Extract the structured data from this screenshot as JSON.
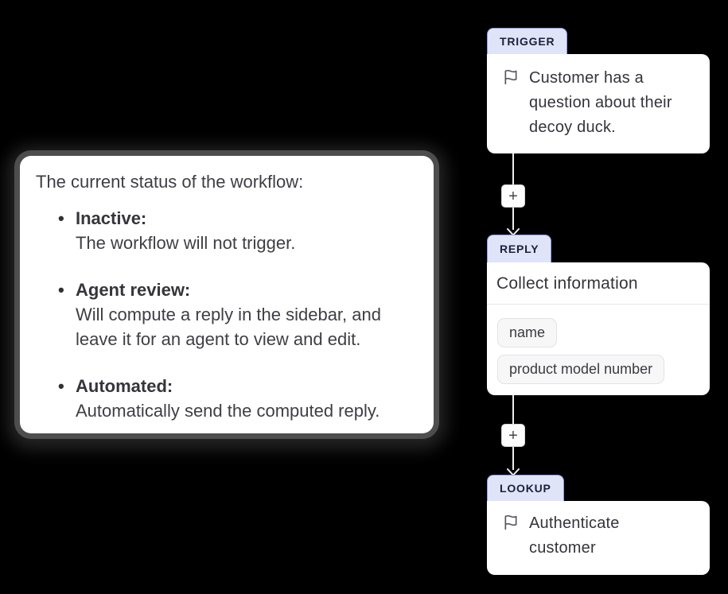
{
  "tooltip": {
    "title": "The current status of the workflow:",
    "items": [
      {
        "term": "Inactive:",
        "description": "The workflow will not trigger."
      },
      {
        "term": "Agent review:",
        "description": "Will compute a reply in the sidebar, and leave it for an agent to view and edit."
      },
      {
        "term": "Automated:",
        "description": "Automatically send the computed reply."
      }
    ]
  },
  "workflow": {
    "add_button_label": "+",
    "nodes": [
      {
        "type": "TRIGGER",
        "icon": "flag-icon",
        "text": "Customer has a question about their decoy duck."
      },
      {
        "type": "REPLY",
        "title": "Collect information",
        "chips": [
          "name",
          "product model number"
        ]
      },
      {
        "type": "LOOKUP",
        "icon": "flag-icon",
        "text": "Authenticate customer"
      }
    ]
  },
  "colors": {
    "background": "#000000",
    "card": "#ffffff",
    "tab_fill": "#dfe4f9",
    "tab_border": "#8e9ce4",
    "tab_text": "#1e1f3b",
    "body_text": "#34343c",
    "chip_fill": "#f7f7f8",
    "connector": "#ededed",
    "tooltip_text": "#3e3e45"
  }
}
